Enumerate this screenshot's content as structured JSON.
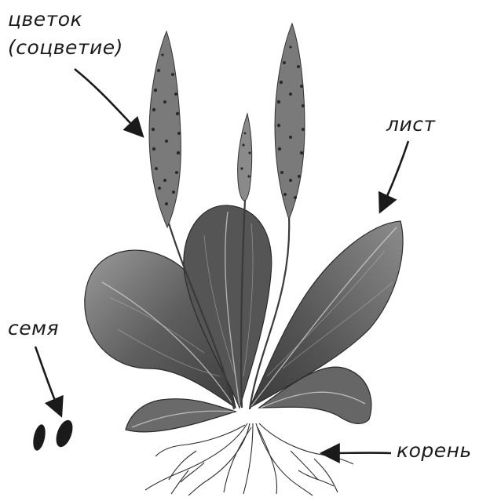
{
  "labels": {
    "flower_line1": "цветок",
    "flower_line2": "(соцветие)",
    "leaf": "лист",
    "seed": "семя",
    "root": "корень"
  },
  "colors": {
    "ink": "#1a1a1a",
    "leaf_dark": "#4a4a4a",
    "leaf_mid": "#7a7a7a",
    "leaf_light": "#a8a8a8",
    "background": "#ffffff"
  },
  "icons": [
    "plantain-plant-illustration",
    "seed-icon",
    "arrow-icon"
  ]
}
